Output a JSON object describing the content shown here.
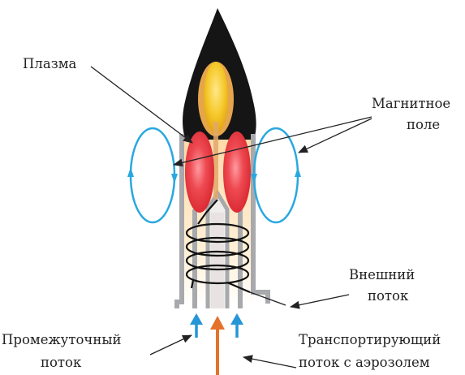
{
  "labels": {
    "plasma": "Плазма",
    "magnetic_field_line1": "Магнитное",
    "magnetic_field_line2": "поле",
    "outer_flow_line1": "Внешний",
    "outer_flow_line2": "поток",
    "intermediate_flow_line1": "Промежуточный",
    "intermediate_flow_line2": "поток",
    "carrier_flow_line1": "Транспортирующий",
    "carrier_flow_line2": "поток с аэрозолем"
  },
  "colors": {
    "flame_outer": "#151515",
    "flame_core": "#f2c21f",
    "plasma": "#e8363f",
    "magnetic_field": "#29a8e0",
    "side_gas_arrows": "#2596d6",
    "aerosol_arrow": "#e5722a",
    "torch_walls": "#a7a9ac",
    "coil": "#111111"
  }
}
